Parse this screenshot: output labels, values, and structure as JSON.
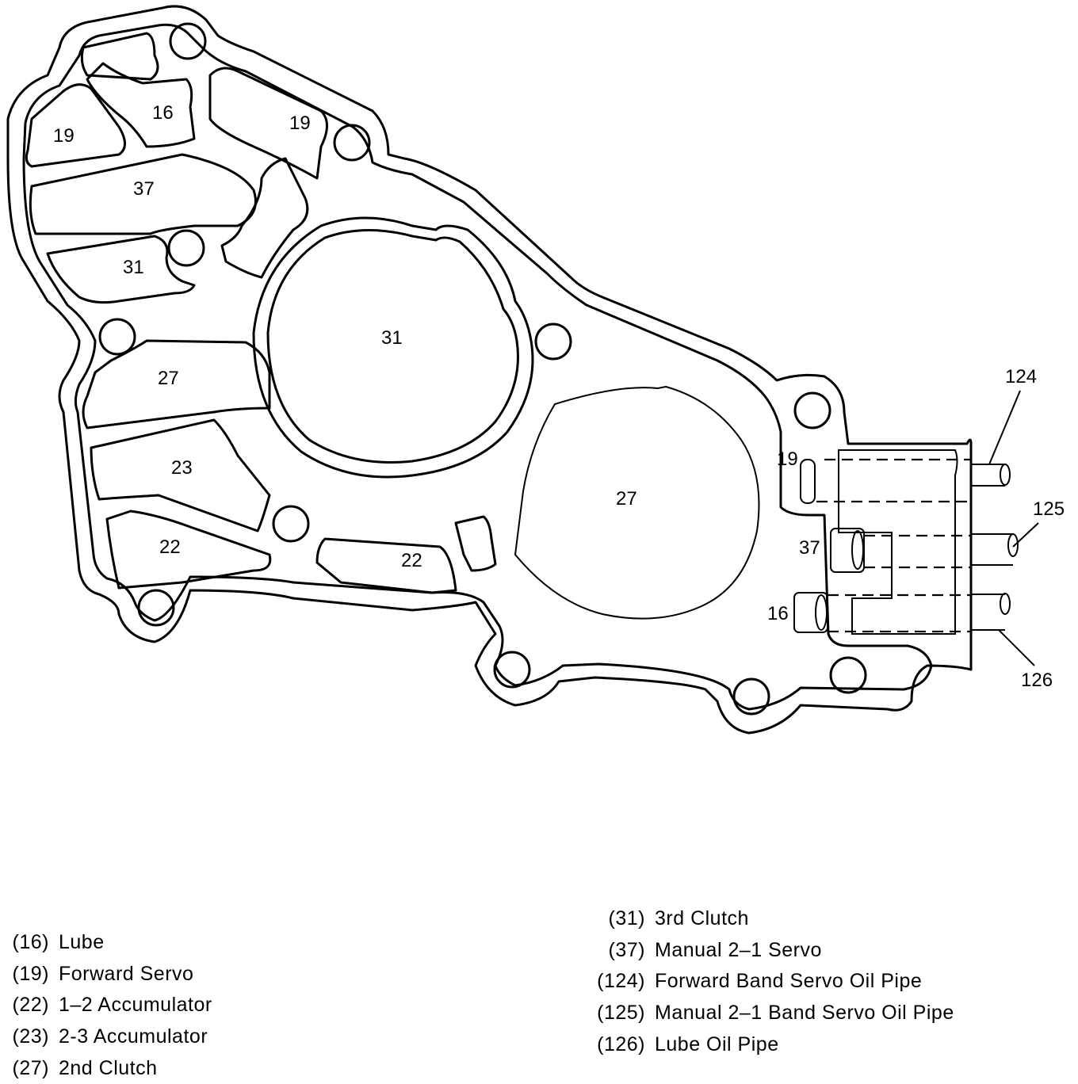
{
  "diagram": {
    "cavity_labels": {
      "c19_top_left": "19",
      "c16_top": "16",
      "c19_top_right": "19",
      "c37_left": "37",
      "c31_left": "31",
      "c31_center": "31",
      "c27_left": "27",
      "c23": "23",
      "c22_left": "22",
      "c22_middle": "22",
      "c27_center": "27",
      "c19_pipe": "19",
      "c37_pipe": "37",
      "c16_pipe": "16"
    },
    "pipe_labels": {
      "p124": "124",
      "p125": "125",
      "p126": "126"
    }
  },
  "legend": {
    "left": [
      {
        "num": "(16)",
        "text": "Lube"
      },
      {
        "num": "(19)",
        "text": "Forward Servo"
      },
      {
        "num": "(22)",
        "text": "1–2 Accumulator"
      },
      {
        "num": "(23)",
        "text": "2-3 Accumulator"
      },
      {
        "num": "(27)",
        "text": "2nd Clutch"
      }
    ],
    "right": [
      {
        "num": "(31)",
        "text": "3rd Clutch"
      },
      {
        "num": "(37)",
        "text": "Manual 2–1 Servo"
      },
      {
        "num": "(124)",
        "text": "Forward Band Servo Oil Pipe"
      },
      {
        "num": "(125)",
        "text": "Manual 2–1 Band Servo Oil Pipe"
      },
      {
        "num": "(126)",
        "text": "Lube Oil Pipe"
      }
    ]
  }
}
